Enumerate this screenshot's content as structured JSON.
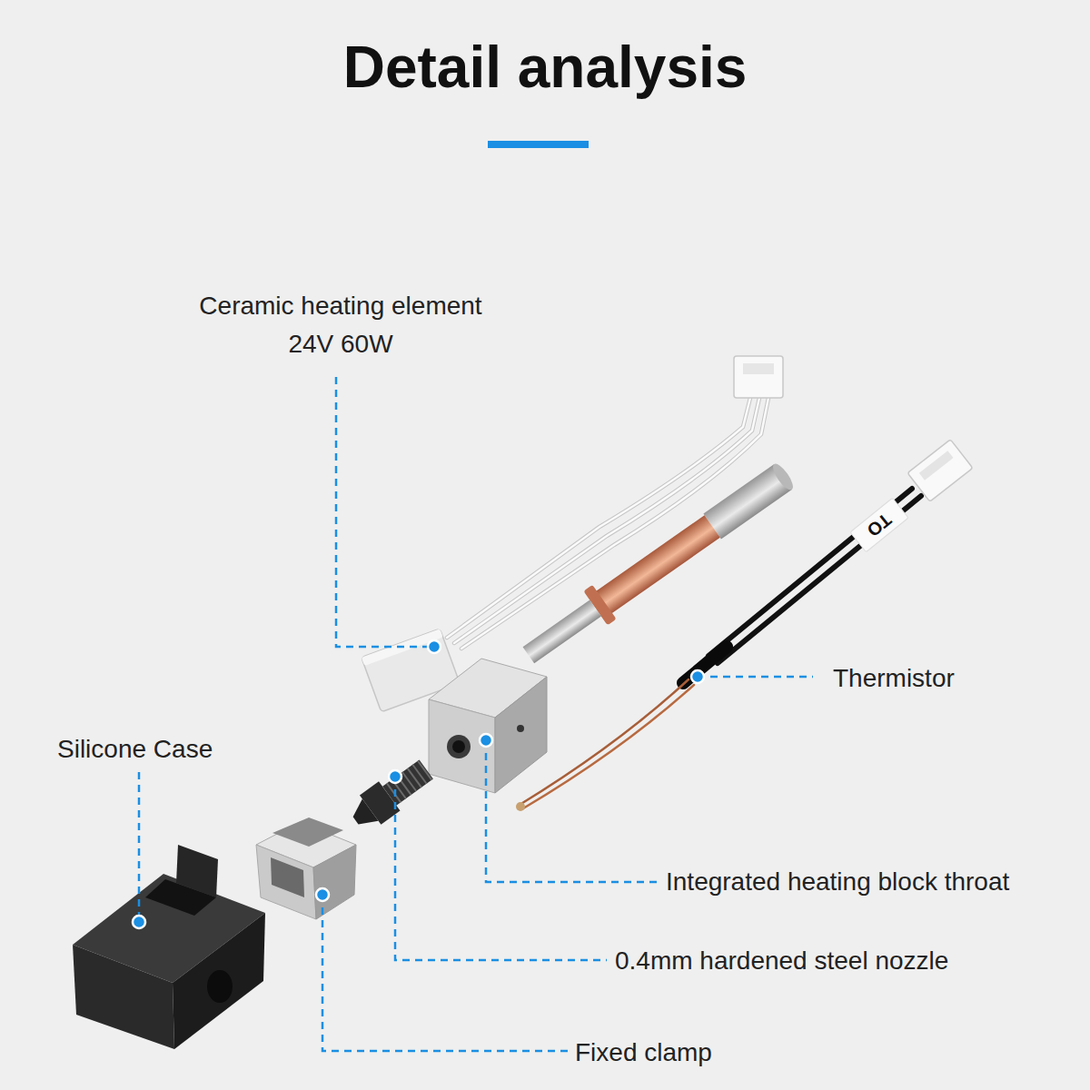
{
  "diagram": {
    "title": "Detail analysis",
    "labels": [
      "Ceramic heating element 24V 60W",
      "TO",
      "Thermistor",
      "Silicone Case",
      "Integrated heating block throat",
      "0.4mm hardened steel nozzle",
      "Fixed clamp"
    ]
  }
}
